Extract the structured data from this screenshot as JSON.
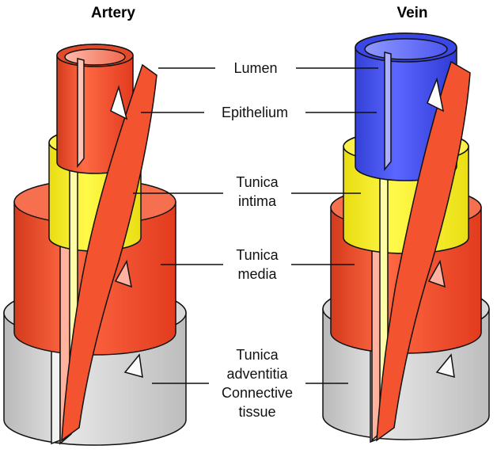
{
  "titles": {
    "artery": "Artery",
    "vein": "Vein"
  },
  "labels": {
    "lumen": "Lumen",
    "epithelium": "Epithelium",
    "tunica_intima": [
      "Tunica",
      "intima"
    ],
    "tunica_media": [
      "Tunica",
      "media"
    ],
    "tunica_adventitia": [
      "Tunica",
      "adventitia",
      "Connective",
      "tissue"
    ]
  },
  "colors": {
    "artery_red": "#f04a26",
    "vein_blue": "#3b48e8",
    "intima_yellow": "#f6ee2a",
    "adventitia_gray": "#c9c9c9",
    "outline": "#111111"
  }
}
